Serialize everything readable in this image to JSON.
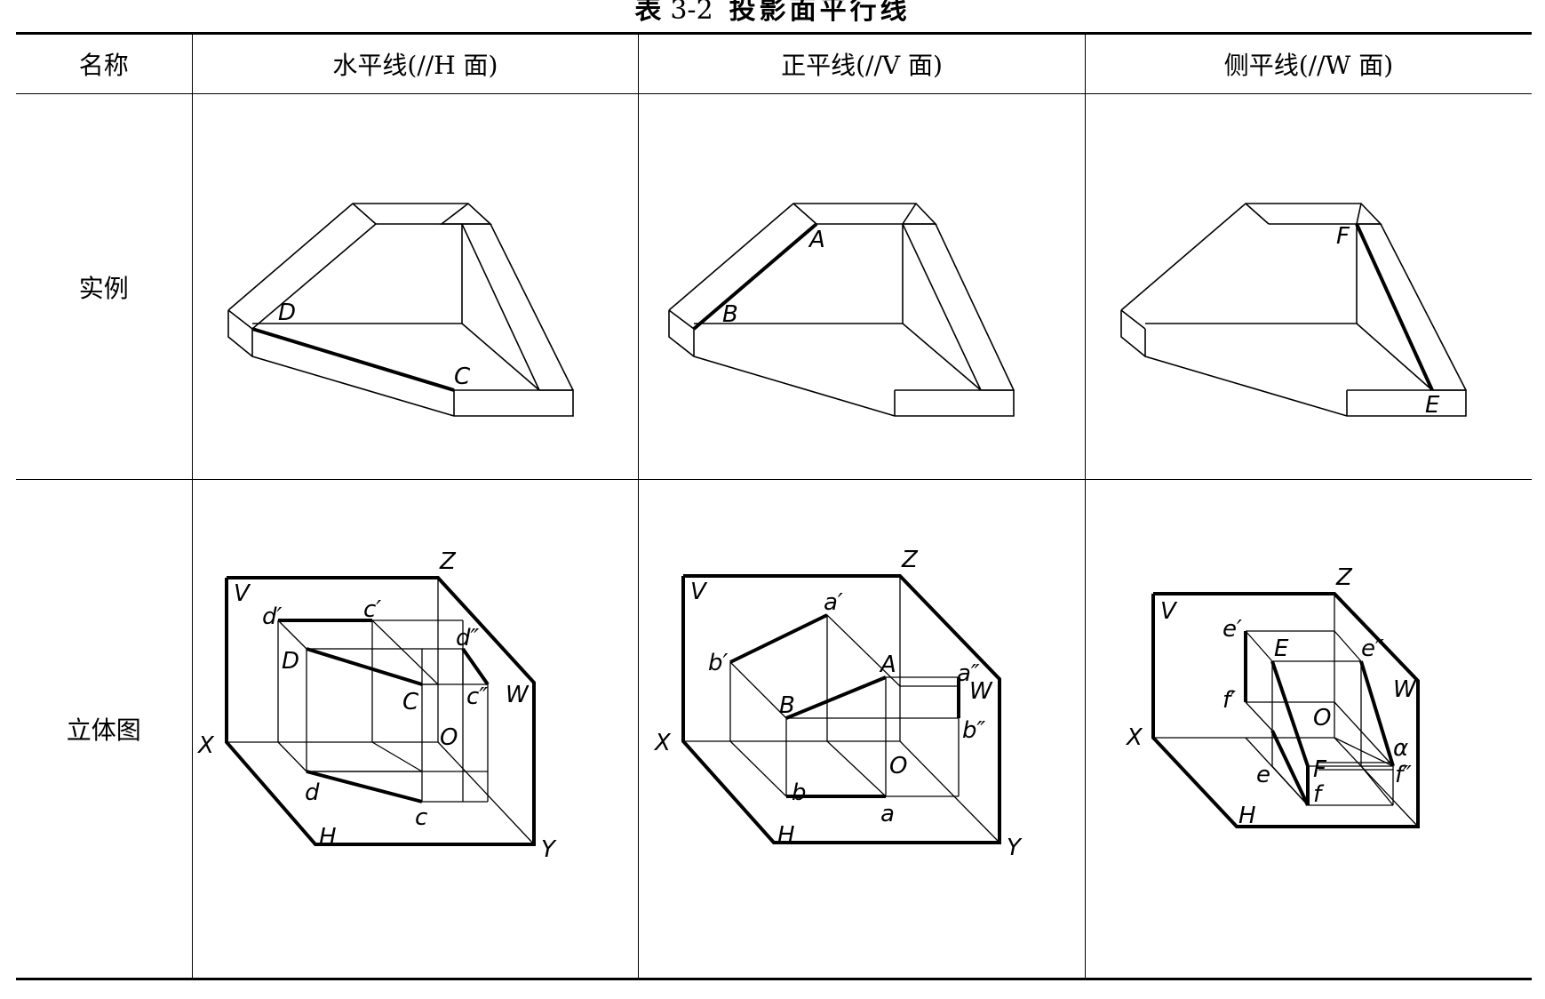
{
  "caption": {
    "prefix": "表",
    "number": "3-2",
    "title": "投影面平行线"
  },
  "header": {
    "name": "名称",
    "col1": "水平线(//H 面)",
    "col2": "正平线(//V 面)",
    "col3": "侧平线(//W 面)"
  },
  "rows": {
    "example": "实例",
    "solid": "立体图"
  },
  "labels": {
    "ex1": {
      "D": "D",
      "C": "C"
    },
    "ex2": {
      "A": "A",
      "B": "B"
    },
    "ex3": {
      "F": "F",
      "E": "E"
    },
    "s1": {
      "V": "V",
      "Z": "Z",
      "W": "W",
      "X": "X",
      "H": "H",
      "Y": "Y",
      "O": "O",
      "D": "D",
      "C": "C",
      "dp": "d′",
      "cp": "c′",
      "dpp": "d″",
      "cpp": "c″",
      "d": "d",
      "c": "c"
    },
    "s2": {
      "V": "V",
      "Z": "Z",
      "W": "W",
      "X": "X",
      "H": "H",
      "Y": "Y",
      "O": "O",
      "A": "A",
      "B": "B",
      "ap": "a′",
      "bp": "b′",
      "app": "a″",
      "bpp": "b″",
      "a": "a",
      "b": "b"
    },
    "s3": {
      "V": "V",
      "Z": "Z",
      "W": "W",
      "X": "X",
      "H": "H",
      "O": "O",
      "E": "E",
      "F": "F",
      "ep": "e′",
      "fp": "f′",
      "epp": "e″",
      "fpp": "f″",
      "e": "e",
      "f": "f",
      "alpha": "α"
    }
  }
}
